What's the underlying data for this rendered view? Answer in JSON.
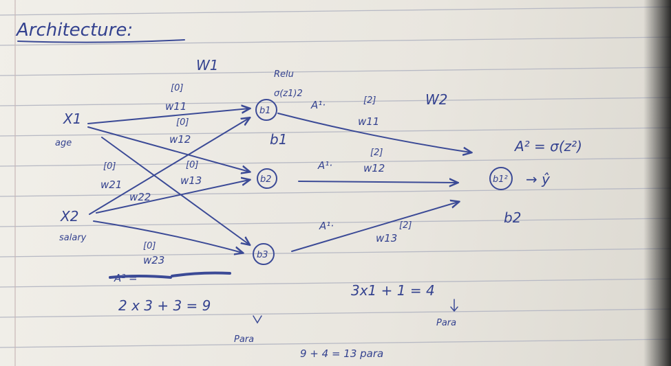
{
  "title": "Architecture:",
  "layer1_weights_label": "W1",
  "activation_label": "Relu",
  "activation_formula": "σ(z1)2",
  "inputs": {
    "x1": "X1",
    "x1_name": "age",
    "x2": "X2",
    "x2_name": "salary"
  },
  "hidden_nodes": [
    "b1",
    "b2",
    "b3"
  ],
  "bias_layer1": "b1",
  "output_node": "b1²",
  "bias_layer2": "b2",
  "output_formula": "A² = σ(z²)",
  "output_arrow_text": "→ ŷ",
  "layer2_weights_label": "W2",
  "weights_layer1": [
    {
      "name": "w11",
      "sup": "[0]"
    },
    {
      "name": "w12",
      "sup": "[0]"
    },
    {
      "name": "w13",
      "sup": "[0]"
    },
    {
      "name": "w21",
      "sup": "[0]"
    },
    {
      "name": "w22",
      "sup": ""
    },
    {
      "name": "w23",
      "sup": "[0]"
    }
  ],
  "weights_layer2": [
    {
      "prefix": "A¹·",
      "name": "w11",
      "sup": "[2]"
    },
    {
      "prefix": "A¹·",
      "name": "w12",
      "sup": "[2]"
    },
    {
      "prefix": "A¹·",
      "name": "w13",
      "sup": "[2]"
    }
  ],
  "param_calc_1": "2 x 3 + 3 = 9",
  "param_calc_1_label": "Para",
  "param_calc_2": "3x1 + 1 = 4",
  "param_calc_2_label": "Para",
  "param_total": "9 + 4 = 13 para",
  "crossed_text": "A² =",
  "colors": {
    "ink": "#3b4a96",
    "paper": "#ece9e2",
    "rule_line": "#b7b9c4"
  }
}
